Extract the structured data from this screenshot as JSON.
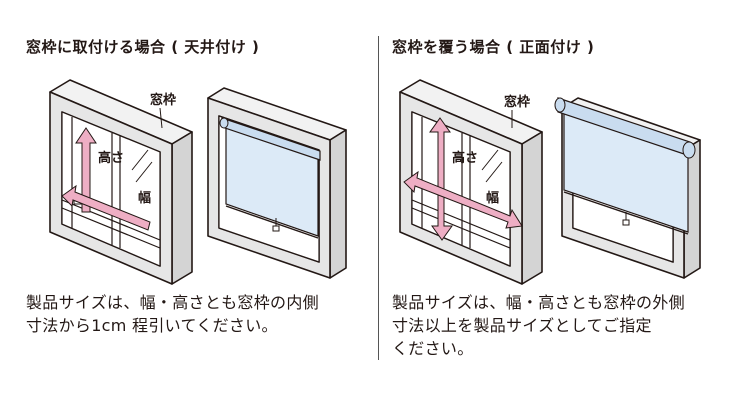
{
  "left": {
    "title": "窓枠に取付ける場合 ( 天井付け )",
    "frame_label": "窓枠",
    "height_label": "高さ",
    "width_label": "幅",
    "caption_lines": [
      "製品サイズは、幅・高さとも窓枠の内側",
      "寸法から1cm 程引いてください。"
    ]
  },
  "right": {
    "title": "窓枠を覆う場合 ( 正面付け )",
    "frame_label": "窓枠",
    "height_label": "高さ",
    "width_label": "幅",
    "caption_lines": [
      "製品サイズは、幅・高さとも窓枠の外側",
      "寸法以上を製品サイズとしてご指定",
      "ください。"
    ]
  },
  "colors": {
    "frame_face": "#e6e6e6",
    "frame_inner": "#ffffff",
    "stroke": "#231815",
    "arrow": "#eeaec4",
    "blind": "#dceaf7",
    "roller": "#c9dcef"
  }
}
